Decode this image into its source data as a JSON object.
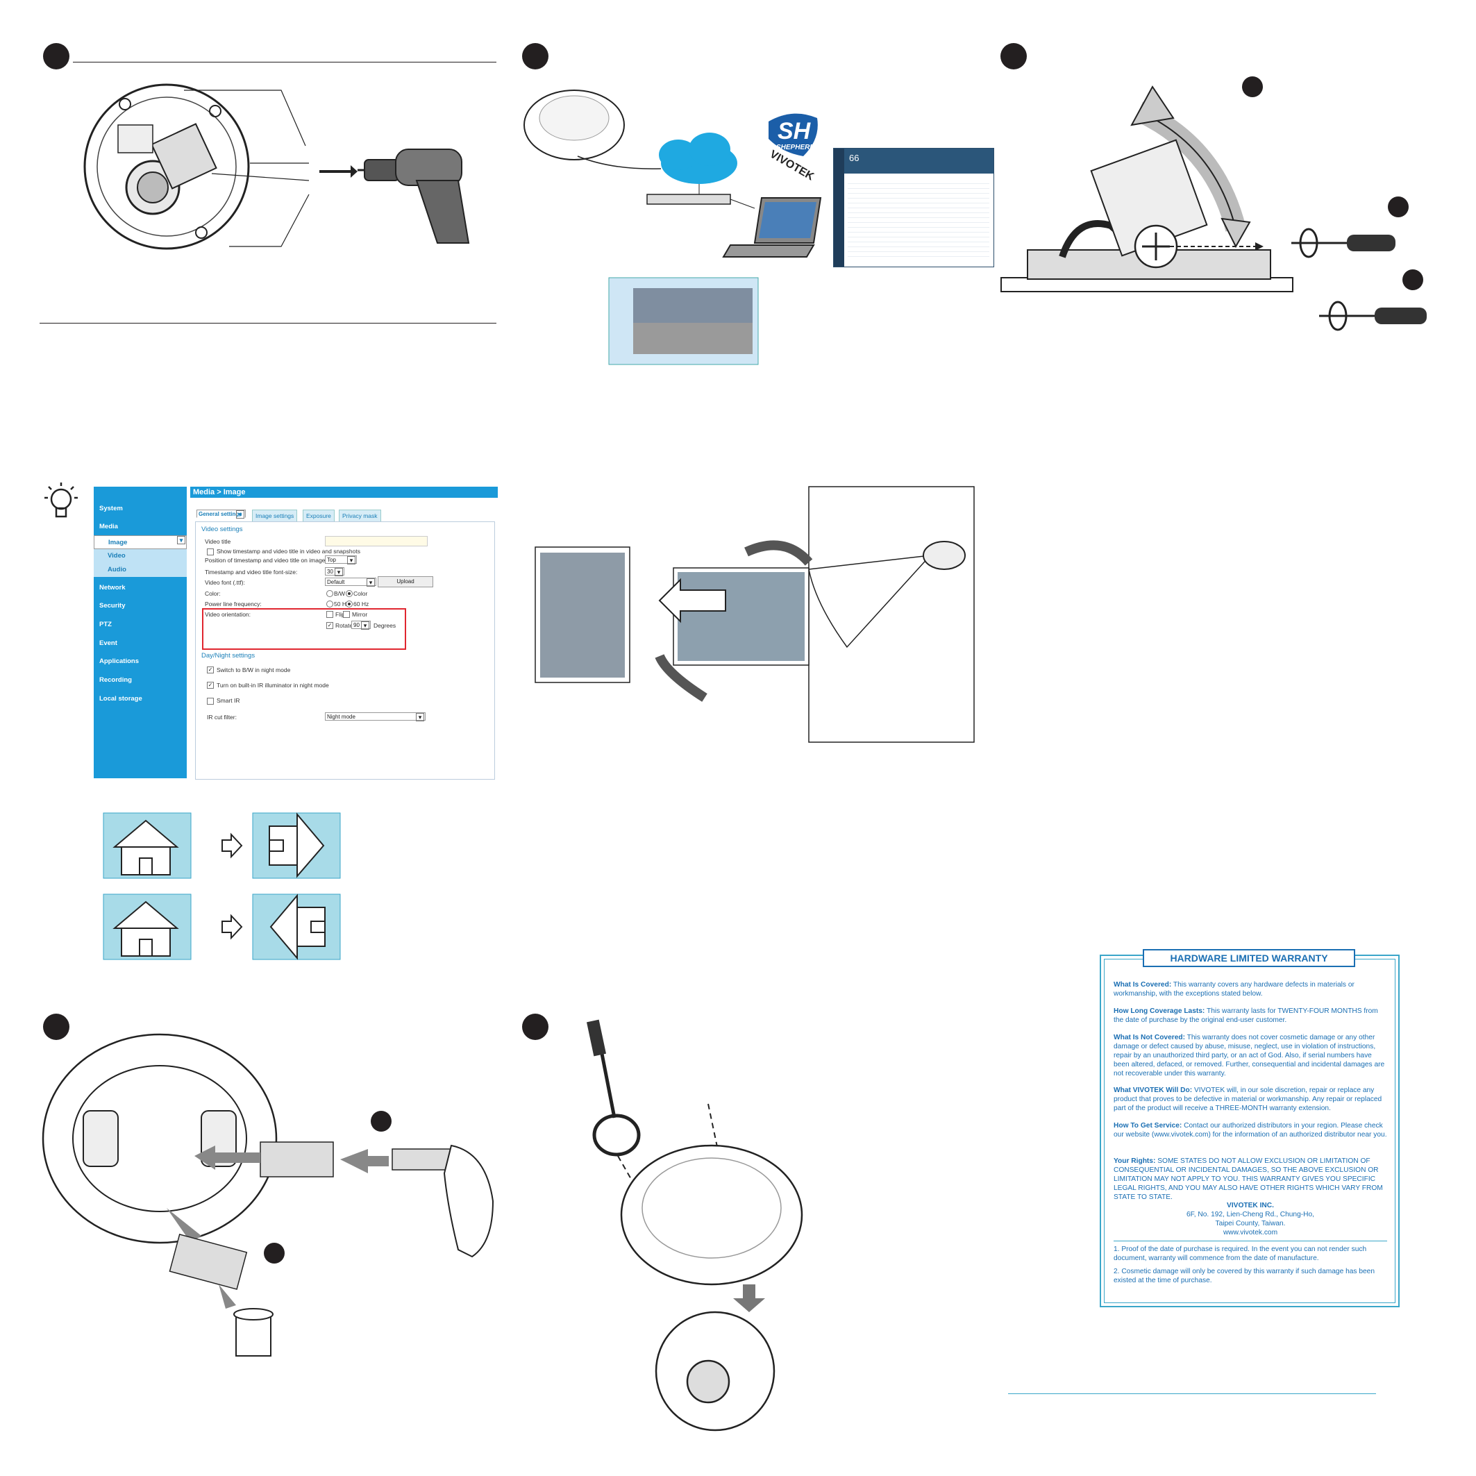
{
  "ui": {
    "breadcrumb": "Media  > Image",
    "sidebar": [
      "System",
      "Media",
      "Image",
      "Video",
      "Audio",
      "Network",
      "Security",
      "PTZ",
      "Event",
      "Applications",
      "Recording",
      "Local storage"
    ],
    "tabs": [
      "General settings",
      "Image settings",
      "Exposure",
      "Privacy mask"
    ],
    "video_settings": {
      "section": "Video settings",
      "video_title_label": "Video title",
      "show_timestamp_label": "Show timestamp and video title in video and snapshots",
      "position_label": "Position of timestamp and video title on image:",
      "position_value": "Top",
      "font_size_label": "Timestamp and video title font-size:",
      "font_size_value": "30",
      "font_label": "Video font (.ttf):",
      "font_value": "Default",
      "upload_label": "Upload",
      "color_label": "Color:",
      "color_bw": "B/W",
      "color_color": "Color",
      "power_label": "Power line frequency:",
      "power_50": "50 Hz",
      "power_60": "60 Hz",
      "orientation_label": "Video orientation:",
      "flip_label": "Flip",
      "mirror_label": "Mirror",
      "rotate_label": "Rotate",
      "rotate_value": "90",
      "degrees_label": "Degrees"
    },
    "day_night": {
      "section": "Day/Night settings",
      "switch_bw_label": "Switch to B/W in night mode",
      "ir_label": "Turn on built-in IR illuminator in night mode",
      "smart_ir_label": "Smart IR",
      "ircut_label": "IR cut filter:",
      "ircut_value": "Night mode"
    }
  },
  "shepherd": {
    "logo_text": "SH",
    "logo_sub": "SHEPHERD",
    "brand": "VIVOTEK",
    "window_count": "66"
  },
  "warranty": {
    "title": "HARDWARE LIMITED WARRANTY",
    "covered_h": "What Is Covered:",
    "covered_t": "This warranty covers any hardware defects in materials or workmanship, with the exceptions stated below.",
    "length_h": "How Long Coverage Lasts:",
    "length_t": "This warranty lasts for TWENTY-FOUR MONTHS from the date of purchase by the original end-user customer.",
    "not_h": "What Is Not Covered:",
    "not_t": "This warranty does not cover cosmetic damage or any other damage or defect caused by abuse, misuse, neglect, use in violation of instructions, repair by an unauthorized third party, or an act of God. Also, if serial numbers have been altered, defaced, or removed. Further, consequential and incidental damages are not recoverable under this warranty.",
    "will_h": "What VIVOTEK Will Do:",
    "will_t": "VIVOTEK will, in our sole discretion, repair or replace any product that proves to be defective in material or workmanship. Any repair or replaced part of the product will receive a THREE-MONTH warranty extension.",
    "service_h": "How To Get Service:",
    "service_t": "Contact our authorized distributors in your region. Please check our website (www.vivotek.com) for the information of an authorized distributor near you.",
    "rights_h": "Your Rights:",
    "rights_t": "SOME STATES DO NOT ALLOW EXCLUSION OR LIMITATION OF CONSEQUENTIAL OR INCIDENTAL DAMAGES, SO THE ABOVE EXCLUSION OR LIMITATION MAY NOT APPLY TO YOU. THIS WARRANTY GIVES YOU SPECIFIC LEGAL RIGHTS, AND YOU MAY ALSO HAVE OTHER RIGHTS WHICH VARY FROM STATE TO STATE.",
    "company": "VIVOTEK INC.",
    "addr1": "6F, No. 192, Lien-Cheng Rd., Chung-Ho,",
    "addr2": "Taipei County, Taiwan.",
    "web": "www.vivotek.com",
    "note1": "1. Proof of the date of purchase is required. In the event you can not render such document, warranty will commence from the date of manufacture.",
    "note2": "2. Cosmetic damage will only be covered by this warranty if such damage has been existed at the time of purchase."
  }
}
